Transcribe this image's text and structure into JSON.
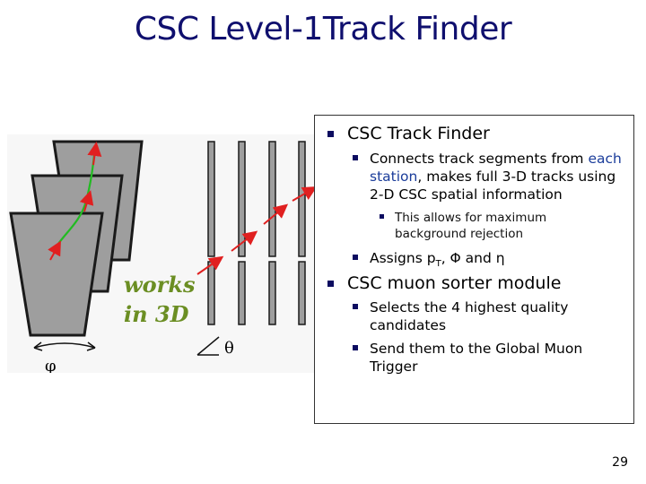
{
  "slide": {
    "title": "CSC Level-1Track Finder",
    "page_number": "29"
  },
  "figure": {
    "caption_line1": "works",
    "caption_line2": "in 3D",
    "phi_label": "φ",
    "theta_label": "θ",
    "colors": {
      "chamber_fill": "#9e9e9e",
      "chamber_edge": "#1a1a1a",
      "track_curve": "#22bb22",
      "segment_arrow": "#e02020",
      "caption": "#6b8e23"
    }
  },
  "content": {
    "bullet1": {
      "text": "CSC Track Finder",
      "sub1": {
        "prefix": "Connects track segments from",
        "highlight": "each station",
        "suffix": ", makes full 3-D tracks using 2-D CSC spatial information",
        "subsub": "This allows for maximum background rejection"
      },
      "sub2": {
        "prefix": "Assigns p",
        "subscript": "T",
        "suffix": ", Φ and η"
      }
    },
    "bullet2": {
      "text": "CSC muon sorter module",
      "sub1": "Selects the 4 highest quality candidates",
      "sub2": "Send them to the Global Muon Trigger"
    }
  },
  "theme": {
    "title_color": "#0f0f6e",
    "bullet_color": "#0c0c60",
    "highlight_color": "#1a3c9a"
  }
}
